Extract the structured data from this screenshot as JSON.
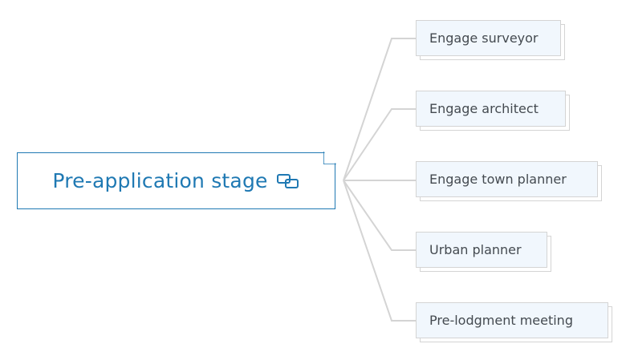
{
  "root": {
    "label": "Pre-application stage",
    "icon": "linked-topics-icon",
    "color": "#1f79b3"
  },
  "children": [
    {
      "label": "Engage surveyor"
    },
    {
      "label": "Engage architect"
    },
    {
      "label": "Engage town planner"
    },
    {
      "label": "Urban planner"
    },
    {
      "label": "Pre-lodgment meeting"
    }
  ],
  "colors": {
    "connector": "#d4d4d4",
    "child_fill": "#f1f7fd",
    "child_text": "#444a50"
  }
}
